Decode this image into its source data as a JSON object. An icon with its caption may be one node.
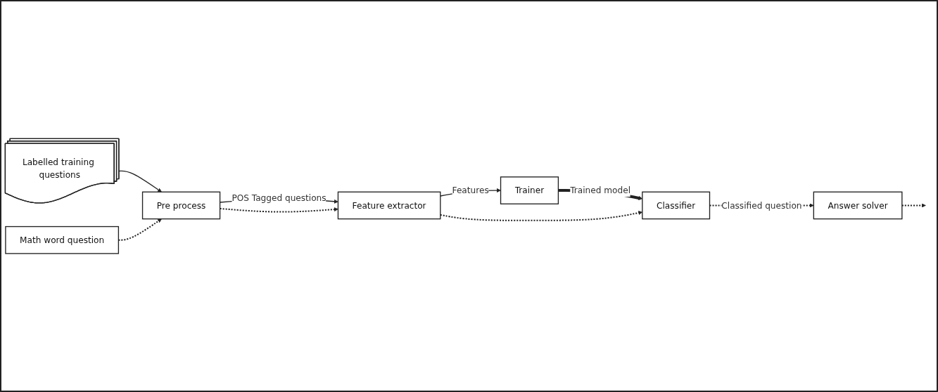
{
  "diagram": {
    "nodes": [
      {
        "text": [
          "Labelled training questions"
        ]
      },
      {
        "text": [
          "Pre process"
        ]
      },
      {
        "text": [
          "Feature extractor"
        ]
      },
      {
        "text": [
          "Trainer"
        ]
      },
      {
        "text": [
          "Classifier"
        ]
      },
      {
        "text": [
          "Answer solver"
        ]
      },
      {
        "text": [
          "Math word question"
        ]
      }
    ],
    "edges": [
      {
        "from": 0,
        "to": 1,
        "arrow": "to"
      },
      {
        "from": 1,
        "to": 2,
        "arrow": "to",
        "label": "POS Tagged questions"
      },
      {
        "from": 1,
        "to": 2,
        "arrow": "to",
        "style": "dashed"
      },
      {
        "from": 2,
        "to": 3,
        "arrow": "to",
        "label": "Features"
      },
      {
        "from": 3,
        "to": 4,
        "arrow": "to",
        "label": "Trained model",
        "style": "thick"
      },
      {
        "from": 2,
        "to": 4,
        "arrow": "to",
        "style": "dashed"
      },
      {
        "from": 6,
        "to": 1,
        "arrow": "to",
        "style": "dashed"
      },
      {
        "from": 4,
        "to": 5,
        "arrow": "to",
        "label": "Classified question",
        "style": "dashed"
      },
      {
        "from": 5,
        "to": null,
        "arrow": "to",
        "style": "dashed"
      }
    ]
  }
}
